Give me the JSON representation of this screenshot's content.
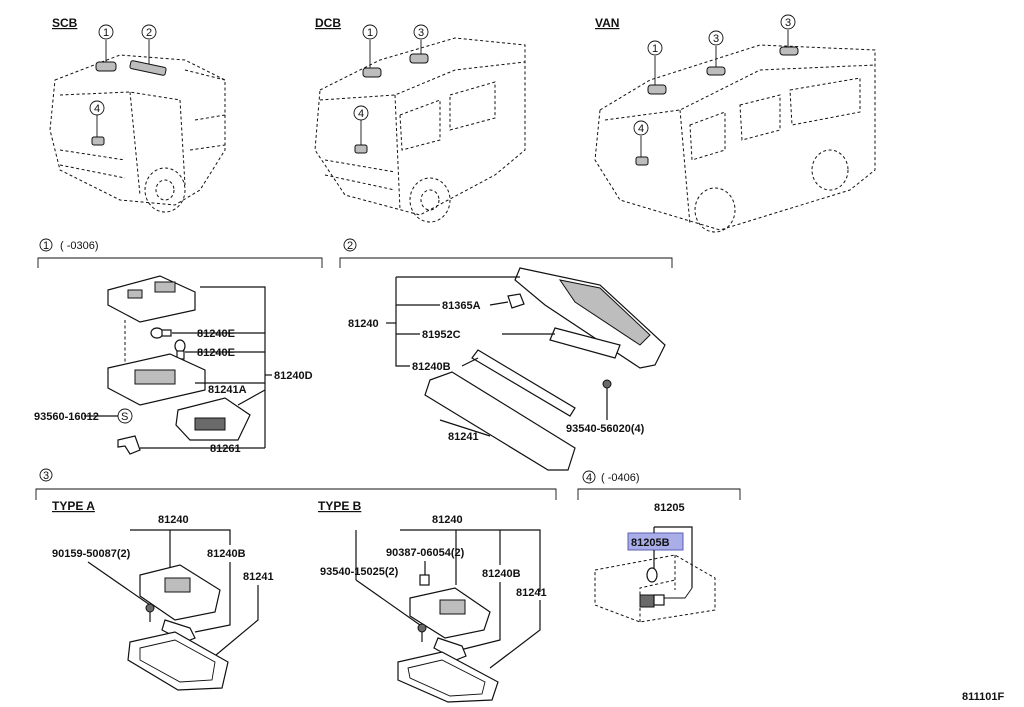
{
  "variants": [
    {
      "label": "SCB"
    },
    {
      "label": "DCB"
    },
    {
      "label": "VAN"
    }
  ],
  "callouts": [
    "1",
    "2",
    "3",
    "4"
  ],
  "section1": {
    "marker": "1",
    "range": "(      -0306)",
    "parts": {
      "p81240E_a": "81240E",
      "p81240E_b": "81240E",
      "p81240D": "81240D",
      "p81241A": "81241A",
      "p93560": "93560-16012",
      "clip_symbol": "S",
      "p81261": "81261"
    }
  },
  "section2": {
    "marker": "2",
    "parts": {
      "p81240": "81240",
      "p81365A": "81365A",
      "p81952C": "81952C",
      "p81240B": "81240B",
      "p81241": "81241",
      "p93540": "93540-56020(4)"
    }
  },
  "section3": {
    "marker": "3",
    "typeA": {
      "title": "TYPE A",
      "p81240": "81240",
      "p90159": "90159-50087(2)",
      "p81240B": "81240B",
      "p81241": "81241"
    },
    "typeB": {
      "title": "TYPE B",
      "p81240": "81240",
      "p90387": "90387-06054(2)",
      "p93540": "93540-15025(2)",
      "p81240B": "81240B",
      "p81241": "81241"
    }
  },
  "section4": {
    "marker": "4",
    "range": "(      -0406)",
    "parts": {
      "p81205": "81205",
      "p81205B": "81205B"
    }
  },
  "figure_code": "811101F"
}
